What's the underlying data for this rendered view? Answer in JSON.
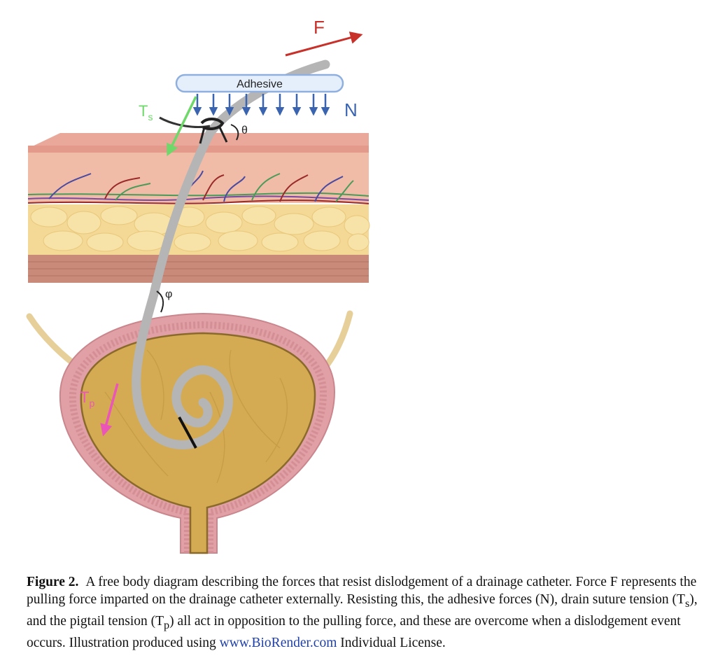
{
  "diagram": {
    "force_label": "F",
    "adhesive_label": "Adhesive",
    "normal_label": "N",
    "suture_label_main": "T",
    "suture_label_sub": "s",
    "pigtail_label_main": "T",
    "pigtail_label_sub": "p",
    "theta_label": "θ",
    "phi_label": "φ",
    "colors": {
      "force_arrow": "#c8302a",
      "normal_arrows": "#3a64b0",
      "suture_arrow": "#6fd86a",
      "pigtail_arrow": "#ec55b8",
      "catheter": "#b5b5b5",
      "adhesive_fill": "#e5effb",
      "adhesive_stroke": "#8fb0de",
      "epidermis": "#e5a294",
      "dermis": "#f0bca8",
      "fat": "#f4d896",
      "muscle": "#c98a7a",
      "bladder_fluid": "#d4ab52",
      "bladder_wall": "#e0a0a6"
    }
  },
  "caption": {
    "label": "Figure 2.",
    "text_1": "A free body diagram describing the forces that resist dislodgement of a drainage catheter. Force F represents the pulling force imparted on the drainage catheter externally. Resisting this, the adhesive forces (N), drain suture tension (T",
    "sub_s": "s",
    "text_2": "), and the pigtail tension (T",
    "sub_p": "p",
    "text_3": ") all act in opposition to the pulling force, and these are overcome when a dislodgement event occurs. Illustration produced using ",
    "link": "www.BioRender.com",
    "text_4": " Individual License."
  }
}
